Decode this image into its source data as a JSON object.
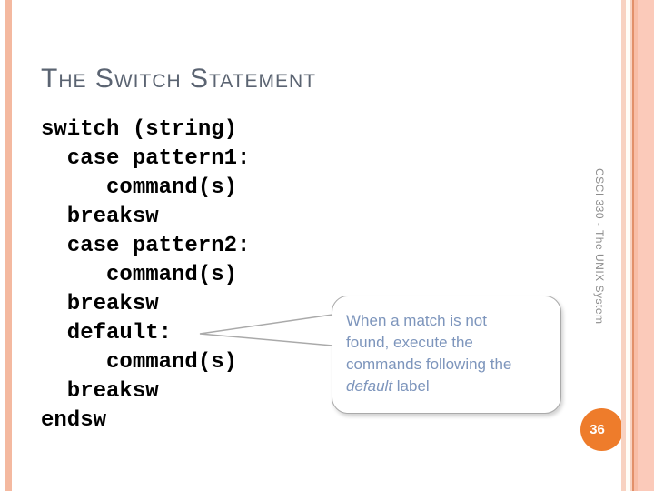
{
  "slide": {
    "title": "The Switch Statement",
    "code": "switch (string)\n  case pattern1:\n     command(s)\n  breaksw\n  case pattern2:\n     command(s)\n  breaksw\n  default:\n     command(s)\n  breaksw\nendsw",
    "callout": {
      "lines": [
        "When a match is not",
        "found, execute the",
        "commands following the"
      ],
      "italic_word": "default",
      "after_italic": " label"
    },
    "sidebar_text": "CSCI 330 - The UNIX System",
    "page_number": "36"
  },
  "colors": {
    "title_text": "#5b6472",
    "code_text": "#000000",
    "callout_text": "#7d95bc",
    "callout_border": "#aaaaaa",
    "page_badge": "#ee7c2b",
    "left_stripe": "#f4b9a0",
    "right_stripe_light": "#f8d2c1",
    "right_stripe_dark": "#e2906a",
    "right_stripe_medium": "#f8bda6",
    "right_stripe_wide": "#fbcaba",
    "sidebar_text": "#8c8c8c"
  }
}
